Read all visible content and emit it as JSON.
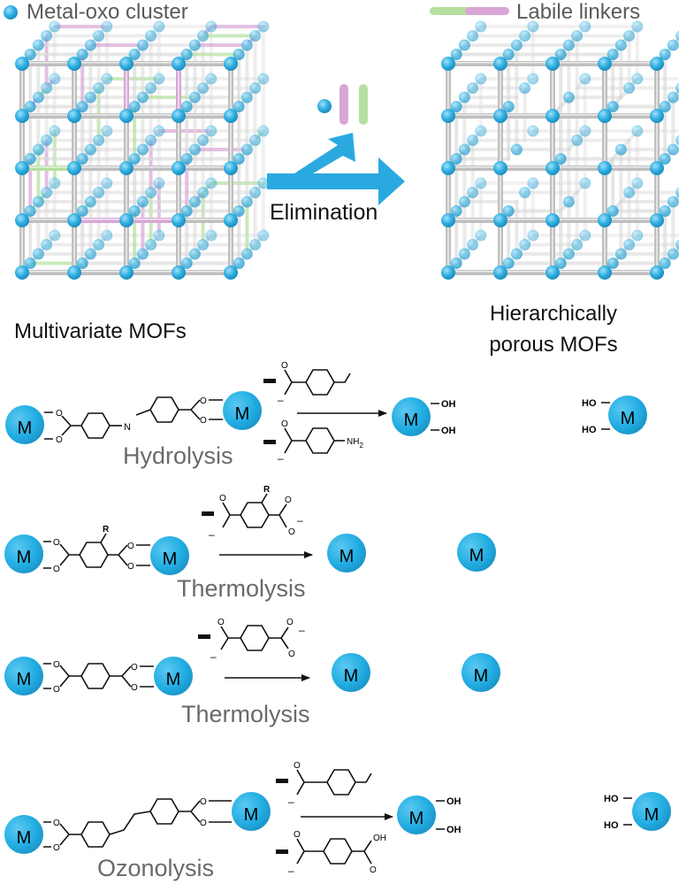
{
  "legend": {
    "metal_cluster": "Metal-oxo cluster",
    "labile_linkers": "Labile linkers"
  },
  "frameworks": {
    "left_label": "Multivariate MOFs",
    "right_label_line1": "Hierarchically",
    "right_label_line2": "porous MOFs",
    "process_label": "Elimination"
  },
  "reactions": [
    {
      "name": "Hydrolysis"
    },
    {
      "name": "Thermolysis"
    },
    {
      "name": "Thermolysis"
    },
    {
      "name": "Ozonolysis"
    }
  ],
  "atoms": {
    "metal": "M",
    "oxygen": "O",
    "nitrogen": "N",
    "r_group": "R",
    "hydroxyl_right": "OH",
    "hydroxyl_left": "HO",
    "amine": "NH",
    "amine_sub": "2",
    "negative": "–"
  },
  "colors": {
    "cluster": "#2eaee0",
    "linker_green": "#b5e0a0",
    "linker_pink": "#d9a6d6",
    "arrow": "#2aa9e0",
    "strut": "#c4c4c4"
  }
}
